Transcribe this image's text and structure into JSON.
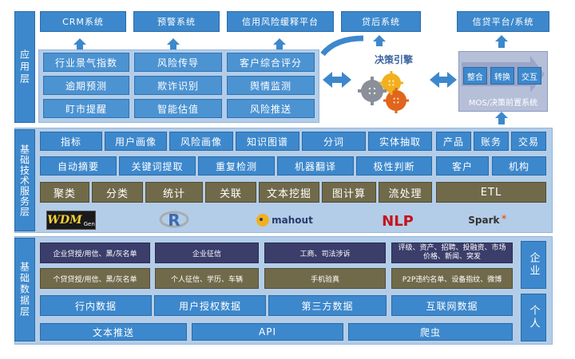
{
  "layers": {
    "app": "应用层",
    "tech": "基础技术服务层",
    "data": "基础数据层"
  },
  "top_systems": [
    "CRM系统",
    "预警系统",
    "信用风险缓释平台",
    "贷后系统",
    "信贷平台/系统"
  ],
  "app_grid": [
    [
      "行业景气指数",
      "风险传导",
      "客户综合评分"
    ],
    [
      "逾期预测",
      "欺诈识别",
      "舆情监测"
    ],
    [
      "盯市提醒",
      "智能估值",
      "风险推送"
    ]
  ],
  "decision_engine": "决策引擎",
  "mos": {
    "items": [
      "整合",
      "转换",
      "交互"
    ],
    "label": "MOS/决策前置系统"
  },
  "tech_row1": [
    "指标",
    "用户画像",
    "风险画像",
    "知识图谱",
    "分词",
    "实体抽取"
  ],
  "tech_row1_right": [
    "产品",
    "账务",
    "交易"
  ],
  "tech_row2": [
    "自动摘要",
    "关键词提取",
    "重复检测",
    "机器翻译",
    "极性判断"
  ],
  "tech_row2_right": [
    "客户",
    "机构"
  ],
  "tech_row3": [
    "聚类",
    "分类",
    "统计",
    "关联",
    "文本挖掘",
    "图计算",
    "流处理"
  ],
  "tech_row3_right": "ETL",
  "logos": {
    "wdm": "WDM",
    "wdm_sub": "Gen",
    "r": "R",
    "mahout": "mahout",
    "nlp": "NLP",
    "spark": "Spark"
  },
  "data_grid": [
    [
      "企业贷授/用信、黑/灰名单",
      "企业征信",
      "工商、司法涉诉",
      "评级、资产、招聘、投融资、市场价格、新闻、突发"
    ],
    [
      "个贷贷授/用信、黑/灰名单",
      "个人征信、学历、车辆",
      "手机验真",
      "P2P违约名单、设备指纹、微博"
    ]
  ],
  "data_row3": [
    "行内数据",
    "用户授权数据",
    "第三方数据",
    "互联网数据"
  ],
  "data_row4": [
    "文本推送",
    "API",
    "爬虫"
  ],
  "data_side": [
    "企业",
    "个人"
  ],
  "colors": {
    "blue": "#3d88cc",
    "navy": "#3b3d6b",
    "olive": "#716a4a",
    "panel": "#b3cde8"
  }
}
